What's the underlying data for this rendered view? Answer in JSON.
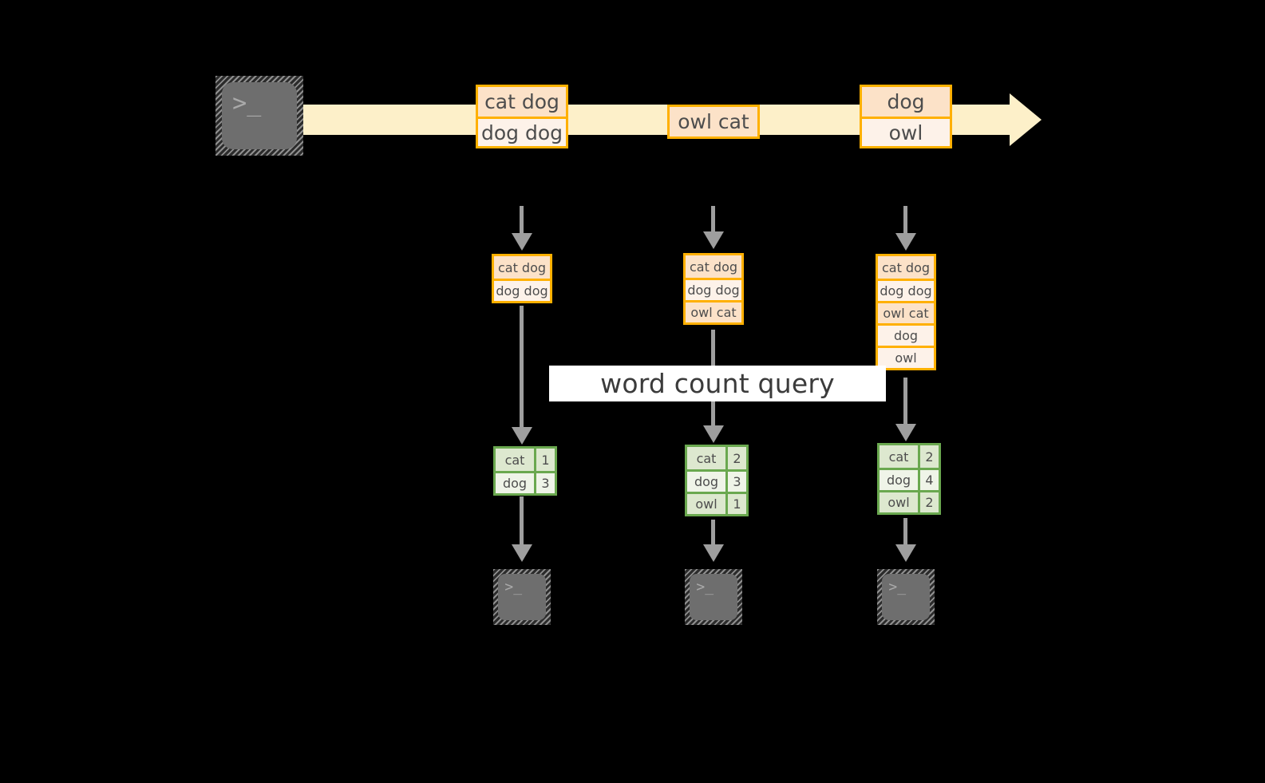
{
  "diagram": {
    "title_label": "word count query",
    "source": {
      "icon": "terminal-icon",
      "prompt_glyph": ">_"
    },
    "stream": {
      "arrow_color": "#fdf0c9",
      "box_border_color": "#ffb000",
      "records": [
        {
          "lines": [
            "cat dog",
            "dog dog"
          ]
        },
        {
          "lines": [
            "owl cat"
          ]
        },
        {
          "lines": [
            "dog",
            "owl"
          ]
        }
      ]
    },
    "snapshots": [
      {
        "name": "snapshot-1",
        "input_lines": [
          "cat dog",
          "dog dog"
        ],
        "result": {
          "rows": [
            {
              "word": "cat",
              "count": "1"
            },
            {
              "word": "dog",
              "count": "3"
            }
          ]
        },
        "sink": {
          "icon": "terminal-icon",
          "prompt_glyph": ">_"
        }
      },
      {
        "name": "snapshot-2",
        "input_lines": [
          "cat dog",
          "dog dog",
          "owl cat"
        ],
        "result": {
          "rows": [
            {
              "word": "cat",
              "count": "2"
            },
            {
              "word": "dog",
              "count": "3"
            },
            {
              "word": "owl",
              "count": "1"
            }
          ]
        },
        "sink": {
          "icon": "terminal-icon",
          "prompt_glyph": ">_"
        }
      },
      {
        "name": "snapshot-3",
        "input_lines": [
          "cat dog",
          "dog dog",
          "owl cat",
          "dog",
          "owl"
        ],
        "result": {
          "rows": [
            {
              "word": "cat",
              "count": "2"
            },
            {
              "word": "dog",
              "count": "4"
            },
            {
              "word": "owl",
              "count": "2"
            }
          ]
        },
        "sink": {
          "icon": "terminal-icon",
          "prompt_glyph": ">_"
        }
      }
    ],
    "colors": {
      "background": "#000000",
      "stream_accent": "#ffb000",
      "result_accent": "#6aa84f",
      "connector": "#9e9e9e",
      "label_background": "#ffffff"
    }
  }
}
